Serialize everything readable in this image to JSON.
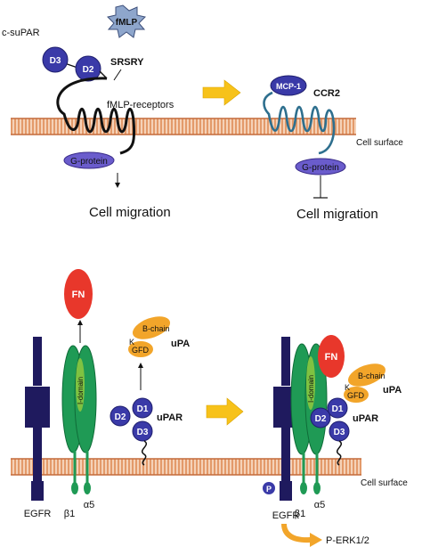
{
  "top": {
    "c_supar_label": "c-suPAR",
    "fmlp_label": "fMLP",
    "d3_label": "D3",
    "d2_label": "D2",
    "srsry_label": "SRSRY",
    "receptor_label": "fMLP-receptors",
    "gprotein_left": "G-protein",
    "migration_left": "Cell migration",
    "mcp1_label": "MCP-1",
    "ccr2_label": "CCR2",
    "gprotein_right": "G-protein",
    "migration_right": "Cell migration",
    "cell_surface": "Cell surface"
  },
  "bottom": {
    "fn_left": "FN",
    "fn_right": "FN",
    "idomain_left": "I-domain",
    "idomain_right": "I-domain",
    "bchain_left": "B-chain",
    "bchain_right": "B-chain",
    "k_left": "K",
    "k_right": "K",
    "gfd_left": "GFD",
    "gfd_right": "GFD",
    "upa_left": "uPA",
    "upa_right": "uPA",
    "d1_left": "D1",
    "d2_left": "D2",
    "d3_left": "D3",
    "d1_right": "D1",
    "d2_right": "D2",
    "d3_right": "D3",
    "upar_left": "uPAR",
    "upar_right": "uPAR",
    "egfr_left": "EGFR",
    "egfr_right": "EGFR",
    "beta1_left": "β1",
    "alpha5_left": "α5",
    "beta1_right": "β1",
    "alpha5_right": "α5",
    "p_label": "P",
    "perk_label": "P-ERK1/2",
    "cell_surface": "Cell surface"
  },
  "colors": {
    "domain_blue": "#3a3aa8",
    "receptor_navy": "#1f1a5e",
    "integrin_green": "#1f9a55",
    "idomain_green": "#7fc241",
    "fn_red": "#e8372b",
    "upa_orange": "#f2a52a",
    "arrow_yellow": "#f7c21a",
    "membrane": "#e39a6a",
    "ccr2_teal": "#2e6f8e"
  }
}
